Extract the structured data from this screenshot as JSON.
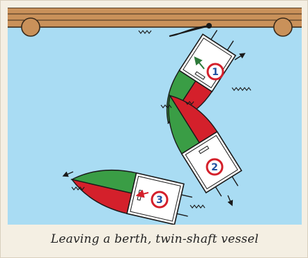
{
  "colors": {
    "water": "#a9dcf3",
    "timber": "#c9915a",
    "timber_line": "#3a2a1a",
    "bow_green": "#3a9d45",
    "bow_red": "#d4202b",
    "deck": "#ffffff",
    "outline": "#1a1a1a",
    "number_ring": "#d4202b",
    "number_fill": "#1f4fa0",
    "thrust_arrow": "#2d7a3a",
    "turn_arrow_3": "#d4202b"
  },
  "vessels": [
    {
      "number": "1",
      "rotation_arrow": "counterclockwise"
    },
    {
      "number": "2",
      "rotation_arrow": "none"
    },
    {
      "number": "3",
      "rotation_arrow": "counterclockwise"
    }
  ],
  "caption": "Leaving a berth, twin-shaft vessel"
}
